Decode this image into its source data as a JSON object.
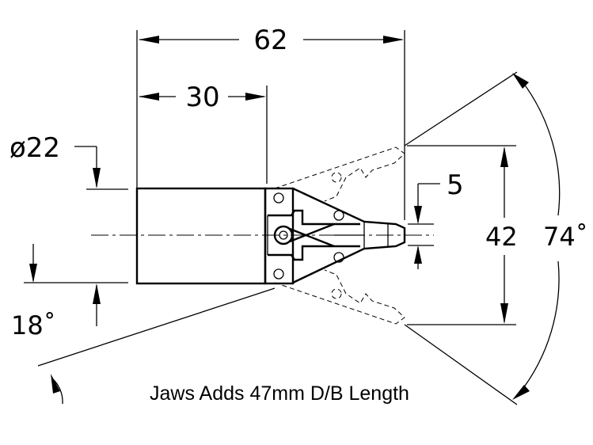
{
  "dimensions": {
    "overall_length": "62",
    "body_length": "30",
    "body_diameter": "ø22",
    "jaw_tip_gap": "5",
    "jaw_open_span": "42",
    "opening_angle": "74˚",
    "lower_angle": "18˚"
  },
  "caption": "Jaws Adds 47mm D/B Length"
}
